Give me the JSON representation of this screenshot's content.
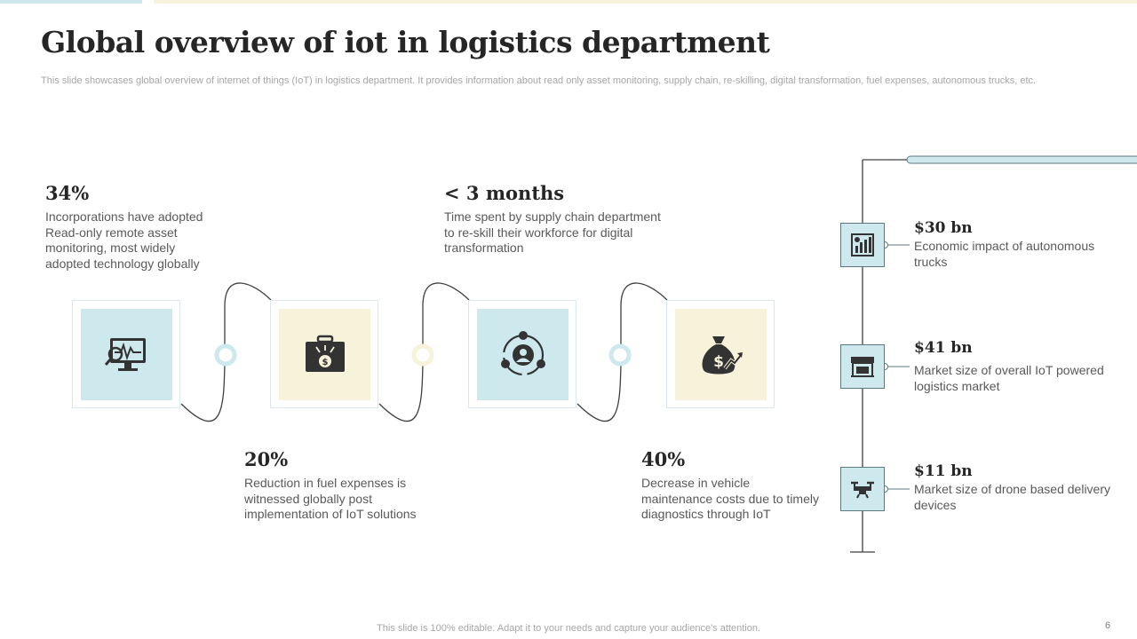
{
  "slide": {
    "title": "Global overview of iot in logistics department",
    "subtitle": "This slide showcases global overview of internet of things (IoT) in logistics department. It provides information about read only asset monitoring, supply chain, re-skilling, digital transformation, fuel expenses, autonomous trucks, etc.",
    "footer": "This slide is 100% editable. Adapt it to your needs and capture your audience's attention.",
    "page_number": "6"
  },
  "colors": {
    "accent_blue": "#cde9ee",
    "accent_cream": "#f7f2da",
    "icon_dark": "#333333",
    "line_dark": "#404040"
  },
  "stats": [
    {
      "value": "34%",
      "description": "Incorporations have adopted Read-only remote asset monitoring, most widely adopted technology globally"
    },
    {
      "value": "20%",
      "description": "Reduction in fuel expenses is witnessed globally post implementation of IoT solutions"
    },
    {
      "value": "< 3 months",
      "description": "Time spent by supply chain department to re-skill their workforce for digital transformation"
    },
    {
      "value": "40%",
      "description": "Decrease in vehicle maintenance costs due to timely diagnostics through IoT"
    }
  ],
  "tiles": [
    {
      "icon": "monitor-analytics-icon"
    },
    {
      "icon": "briefcase-money-icon"
    },
    {
      "icon": "customer-cycle-icon"
    },
    {
      "icon": "money-bag-growth-icon"
    }
  ],
  "timeline": [
    {
      "value": "$30 bn",
      "description": "Economic impact of autonomous trucks",
      "icon": "bar-chart-icon"
    },
    {
      "value": "$41 bn",
      "description": "Market size of overall IoT powered  logistics market",
      "icon": "storefront-icon"
    },
    {
      "value": "$11 bn",
      "description": "Market size of drone based delivery devices",
      "icon": "drone-icon"
    }
  ]
}
